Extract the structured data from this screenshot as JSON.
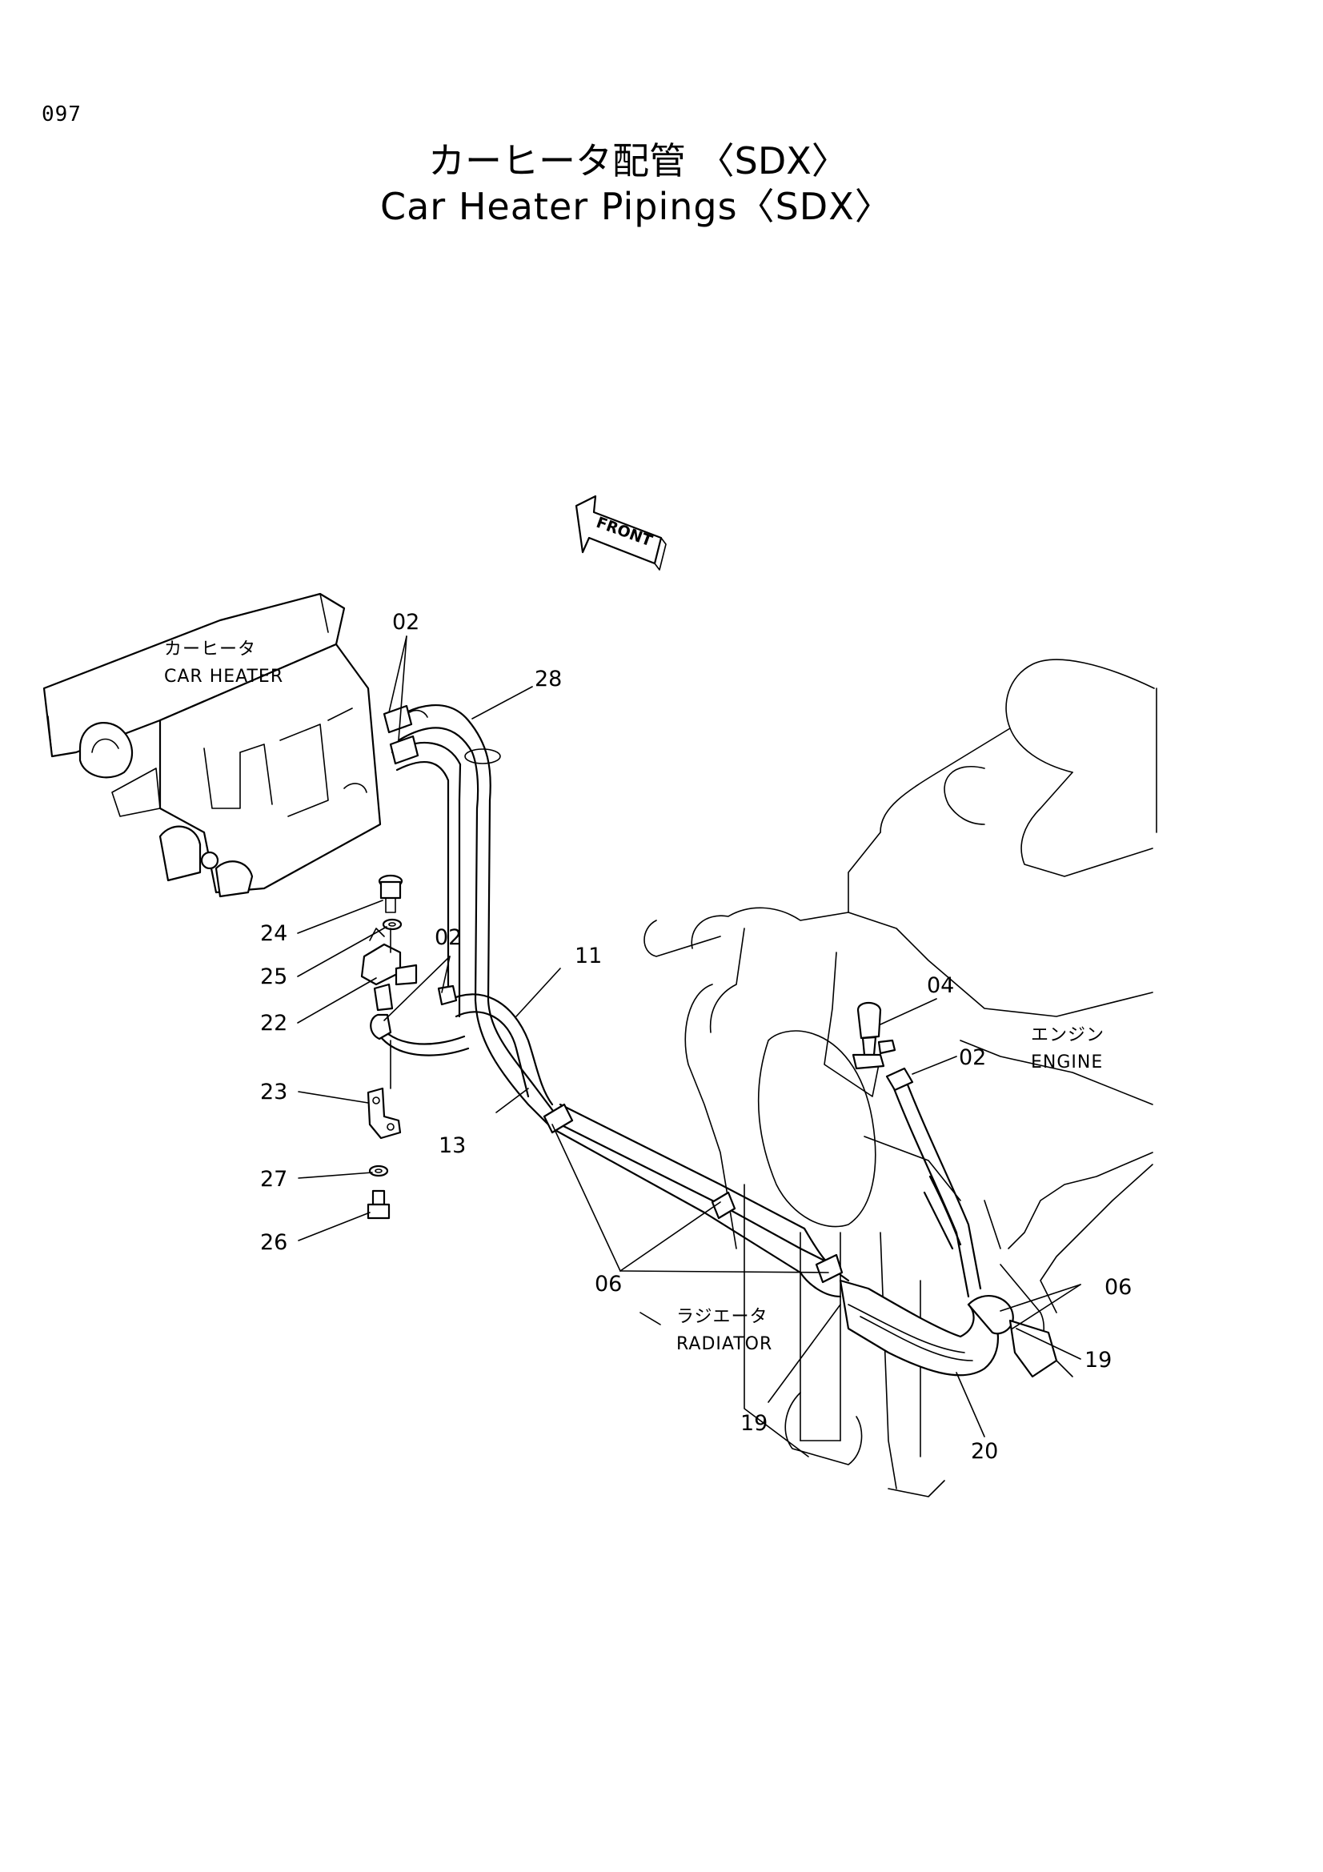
{
  "page_number": "097",
  "title_ja": "カーヒータ配管 〈SDX〉",
  "title_en": "Car Heater Pipings〈SDX〉",
  "front_marker": "FRONT",
  "components": {
    "car_heater_ja": "カーヒータ",
    "car_heater_en": "CAR HEATER",
    "engine_ja": "エンジン",
    "engine_en": "ENGINE",
    "radiator_ja": "ラジエータ",
    "radiator_en": "RADIATOR"
  },
  "part_callouts": {
    "p02_a": "02",
    "p02_b": "02",
    "p02_c": "02",
    "p04": "04",
    "p06_a": "06",
    "p06_b": "06",
    "p11": "11",
    "p13": "13",
    "p19_a": "19",
    "p19_b": "19",
    "p20": "20",
    "p22": "22",
    "p23": "23",
    "p24": "24",
    "p25": "25",
    "p26": "26",
    "p27": "27",
    "p28": "28"
  }
}
